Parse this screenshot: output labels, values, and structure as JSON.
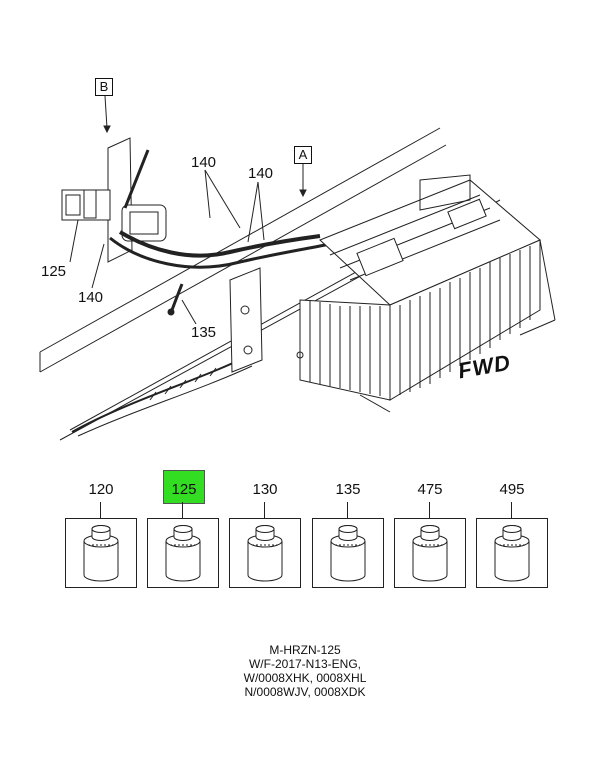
{
  "diagram": {
    "reference_labels": [
      "B",
      "A"
    ],
    "callouts": [
      "140",
      "140",
      "125",
      "140",
      "135"
    ],
    "direction_label": "FWD"
  },
  "parts": [
    {
      "number": "120",
      "highlighted": false
    },
    {
      "number": "125",
      "highlighted": true
    },
    {
      "number": "130",
      "highlighted": false
    },
    {
      "number": "135",
      "highlighted": false
    },
    {
      "number": "475",
      "highlighted": false
    },
    {
      "number": "495",
      "highlighted": false
    }
  ],
  "colors": {
    "highlight": "#33dd22",
    "line": "#222222"
  },
  "caption": {
    "lines": [
      "M-HRZN-125",
      "W/F-2017-N13-ENG,",
      "W/0008XHK, 0008XHL",
      "N/0008WJV, 0008XDK"
    ]
  }
}
